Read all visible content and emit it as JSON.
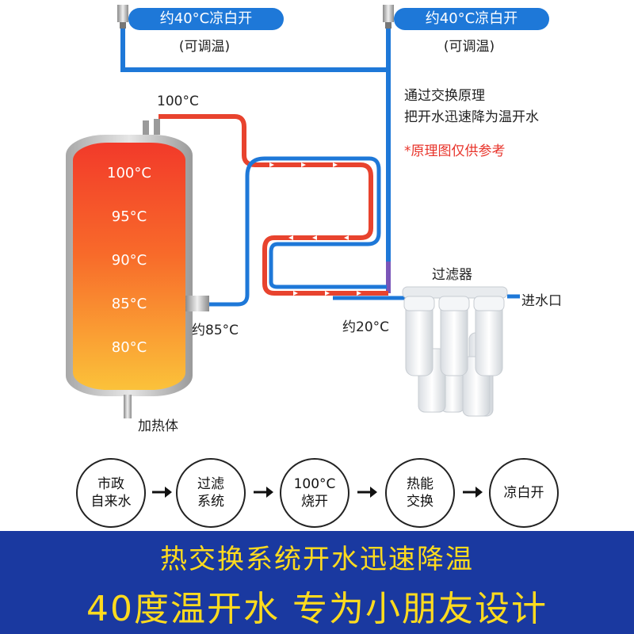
{
  "outlets": [
    {
      "label": "约40°C凉白开",
      "sub": "(可调温)"
    },
    {
      "label": "约40°C凉白开",
      "sub": "(可调温)"
    }
  ],
  "notes": {
    "exchange_line1": "通过交换原理",
    "exchange_line2": "把开水迅速降为温开水",
    "disclaimer": "*原理图仅供参考"
  },
  "labels": {
    "hot_in": "100°C",
    "tank_out": "约85°C",
    "cold_in": "约20°C",
    "filter": "过滤器",
    "inlet": "进水口",
    "heater": "加热体"
  },
  "tank_temps": [
    "100°C",
    "95°C",
    "90°C",
    "85°C",
    "80°C"
  ],
  "process_steps": [
    "市政\n自来水",
    "过滤\n系统",
    "100°C\n烧开",
    "热能\n交换",
    "凉白开"
  ],
  "banner": {
    "line1": "热交换系统开水迅速降温",
    "line2": "40度温开水 专为小朋友设计"
  },
  "colors": {
    "hot_pipe": "#e8432e",
    "cold_pipe": "#1e78d8",
    "banner_bg": "#1a39a0",
    "banner_text": "#ffdb1e"
  }
}
